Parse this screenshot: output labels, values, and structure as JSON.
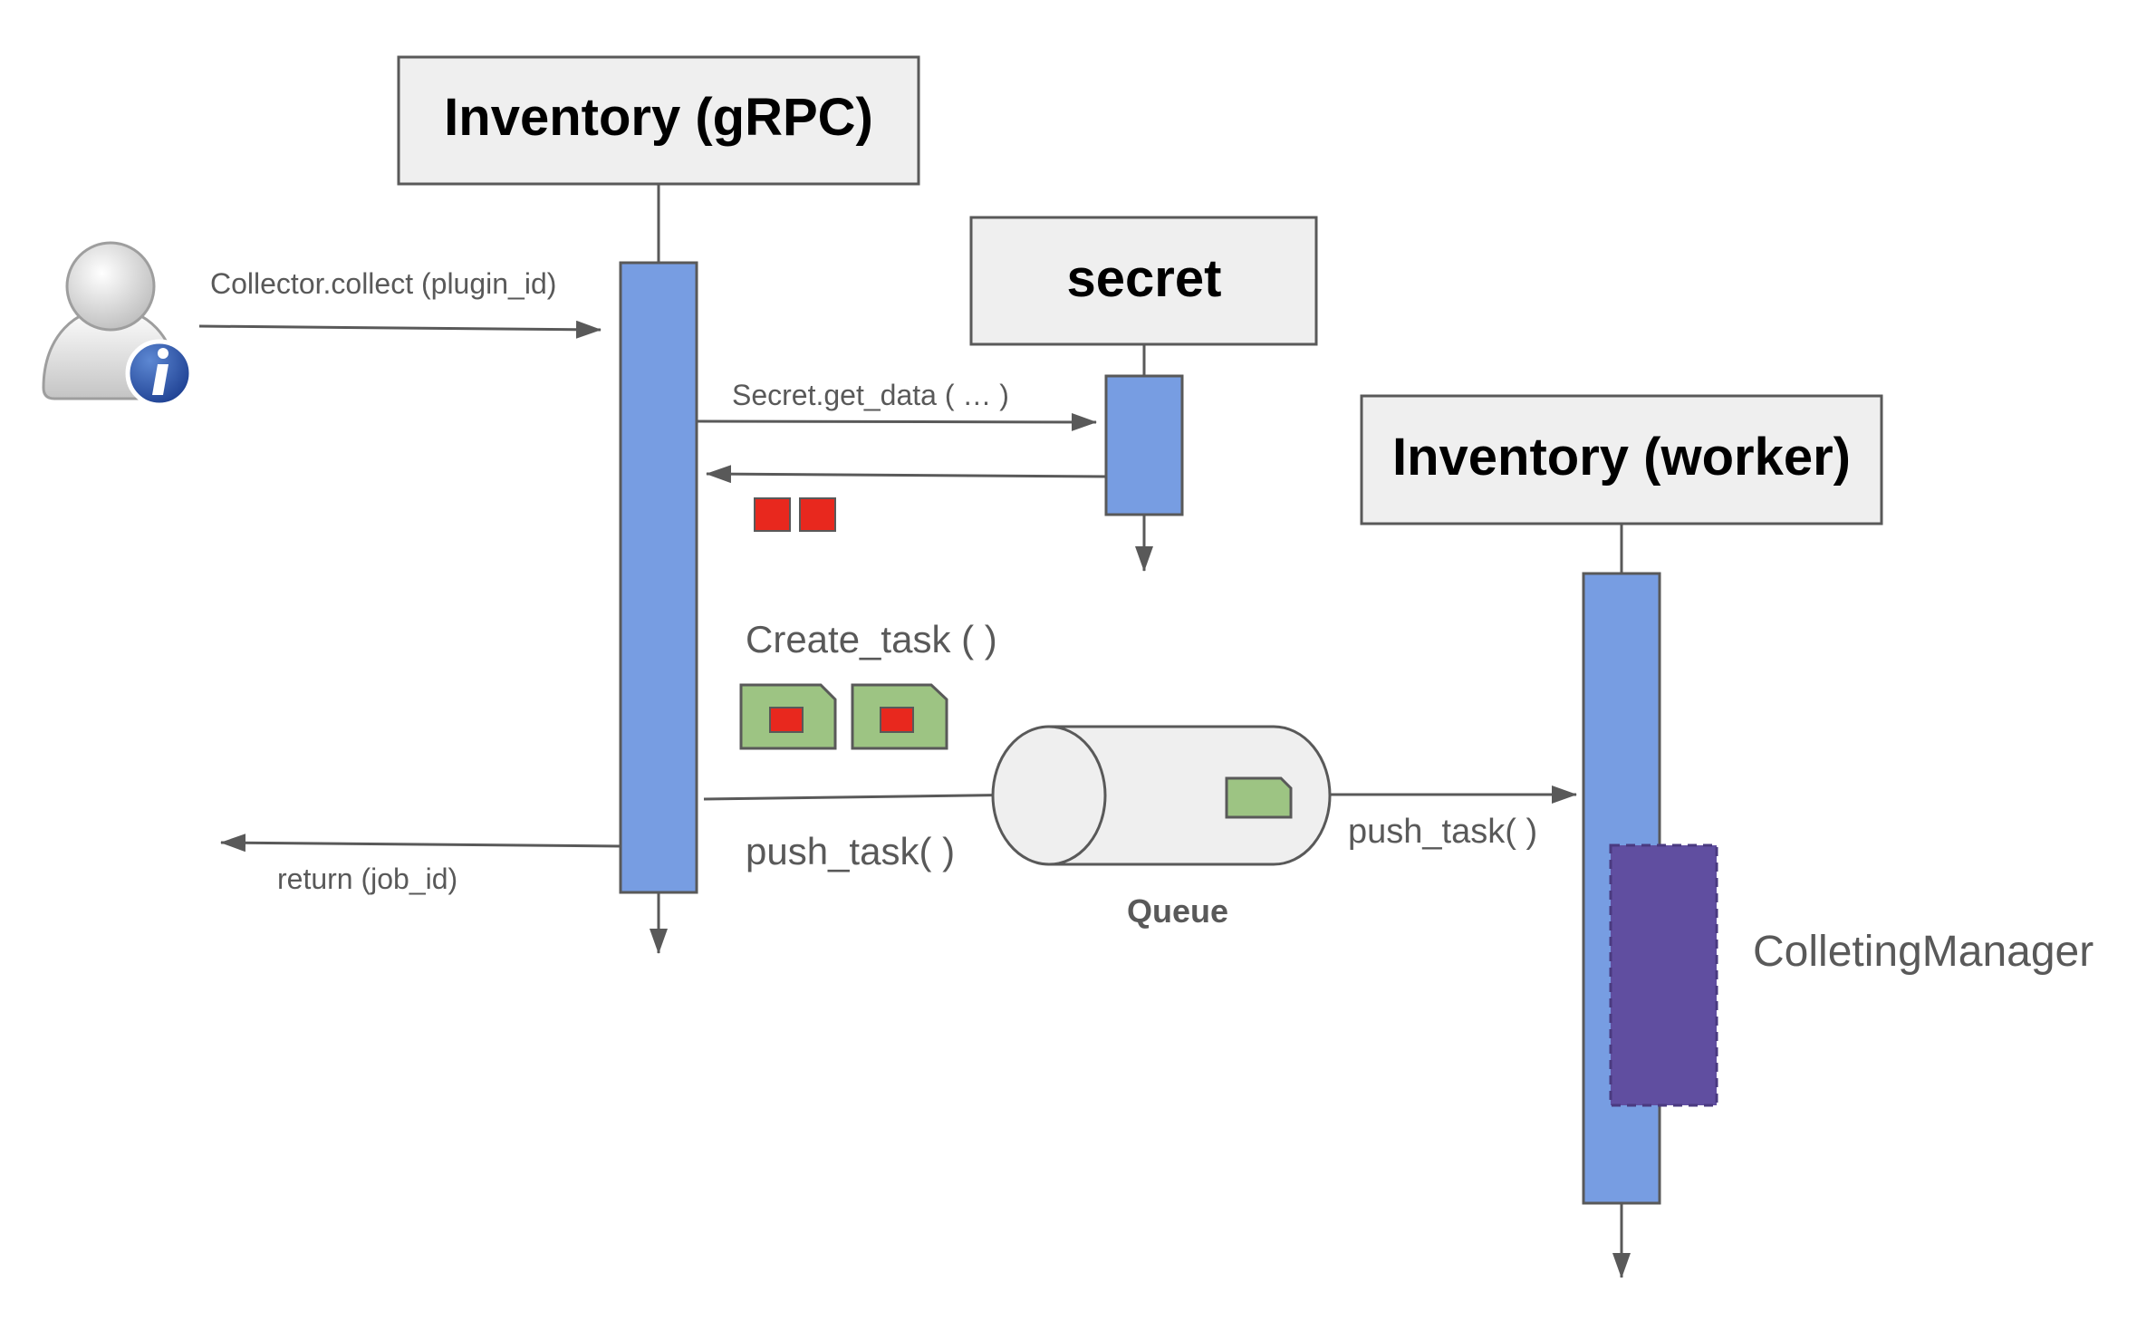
{
  "participants": {
    "grpc": "Inventory (gRPC)",
    "secret": "secret",
    "worker": "Inventory (worker)"
  },
  "messages": {
    "collect": "Collector.collect (plugin_id)",
    "get_data": "Secret.get_data ( … )",
    "create_task": "Create_task ( )",
    "push_task_1": "push_task( )",
    "push_task_2": "push_task( )",
    "return": "return (job_id)"
  },
  "labels": {
    "queue": "Queue",
    "manager": "ColletingManager"
  },
  "icons": {
    "actor": "user-info-icon"
  },
  "colors": {
    "activation": "#779de2",
    "participant_box": "#efefef",
    "secret_token": "#e8281e",
    "task_card": "#9dc483",
    "manager_block": "#604ea0",
    "line": "#595959"
  }
}
